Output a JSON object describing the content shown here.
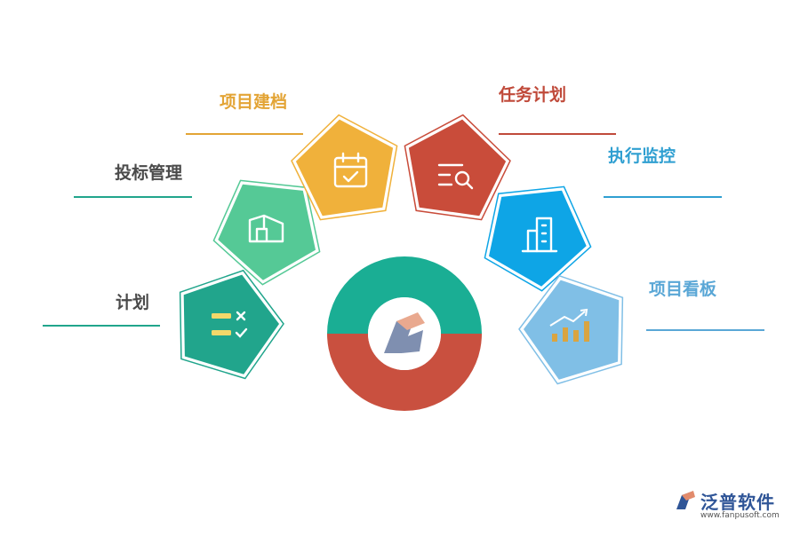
{
  "center": {
    "top_color": "#1aae94",
    "bottom_color": "#c9503f",
    "logo_name": "fanpu-logo-icon"
  },
  "modules": [
    {
      "key": "plan",
      "label": "计划",
      "color": "#21a58c",
      "label_color": "#4a4a4a",
      "line_color": "#21a58c",
      "icon": "checklist-icon"
    },
    {
      "key": "bidding",
      "label": "投标管理",
      "color": "#55c996",
      "label_color": "#4a4a4a",
      "line_color": "#21a58c",
      "icon": "building-icon"
    },
    {
      "key": "archive",
      "label": "项目建档",
      "color": "#f0b13b",
      "label_color": "#e3a435",
      "line_color": "#e3a435",
      "icon": "calendar-check-icon"
    },
    {
      "key": "tasks",
      "label": "任务计划",
      "color": "#c94c3a",
      "label_color": "#c04a3a",
      "line_color": "#c04a3a",
      "icon": "list-search-icon"
    },
    {
      "key": "monitor",
      "label": "执行监控",
      "color": "#0ea5e6",
      "label_color": "#2f9fd1",
      "line_color": "#2f9fd1",
      "icon": "office-building-icon"
    },
    {
      "key": "board",
      "label": "项目看板",
      "color": "#80bfe6",
      "label_color": "#5aa7d6",
      "line_color": "#5aa7d6",
      "icon": "bar-chart-trend-icon"
    }
  ],
  "brand": {
    "name": "泛普软件",
    "url": "www.fanpusoft.com",
    "color": "#2f5597"
  }
}
